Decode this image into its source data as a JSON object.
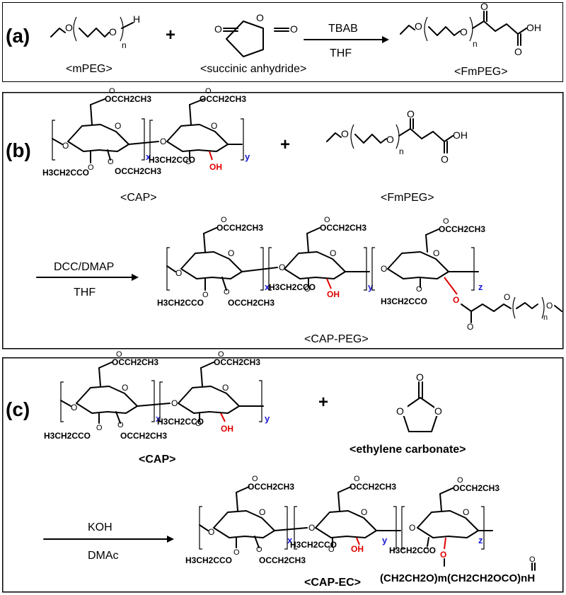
{
  "panel_a": {
    "letter": "(a)",
    "mpeg_label": "<mPEG>",
    "anhydride_label": "<succinic anhydride>",
    "fmpeg_label": "<FmPEG>",
    "catalyst": "TBAB",
    "solvent": "THF",
    "h_atom": "H",
    "oh": "OH",
    "n": "n",
    "plus": "+"
  },
  "panel_b": {
    "letter": "(b)",
    "cap_label": "<CAP>",
    "fmpeg_label": "<FmPEG>",
    "reagent": "DCC/DMAP",
    "solvent": "THF",
    "product_label": "<CAP-PEG>",
    "oh": "OH",
    "x": "x",
    "y": "y",
    "z": "z",
    "n": "n",
    "plus": "+"
  },
  "panel_c": {
    "letter": "(c)",
    "cap_label": "<CAP>",
    "ec_label": "<ethylene carbonate>",
    "reagent": "KOH",
    "solvent": "DMAc",
    "product_label": "<CAP-EC>",
    "oh": "OH",
    "x": "x",
    "y": "y",
    "z": "z",
    "plus": "+",
    "side_chain": "(CH2CH2O)m(CH2CH2OCO)nH"
  },
  "groups": {
    "propionyl": "OCCH2CH3",
    "acetyl": "H3CH2CCO"
  }
}
